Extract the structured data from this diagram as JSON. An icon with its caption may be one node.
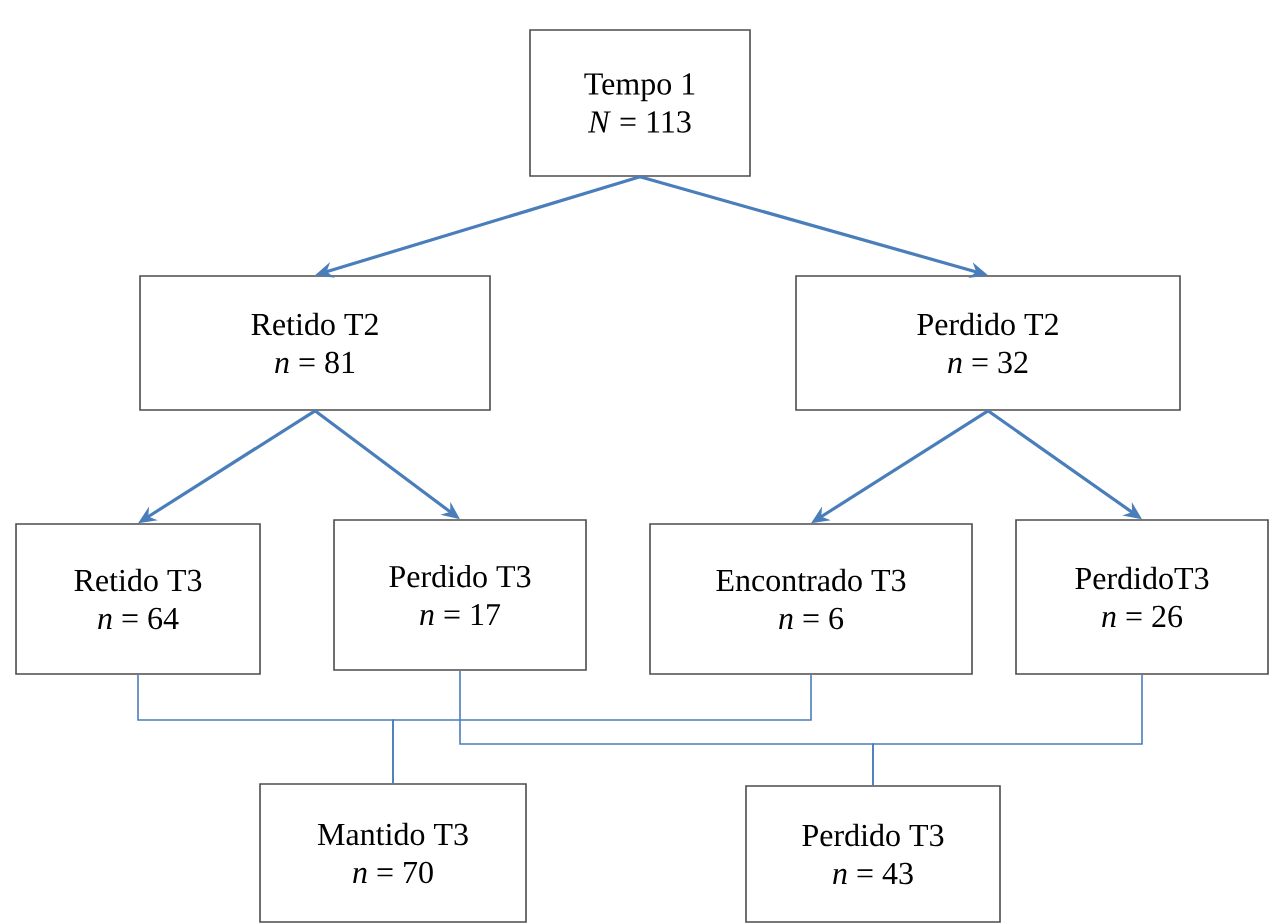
{
  "diagram": {
    "nodes": [
      {
        "text": [
          "Tempo 1",
          "*N* = 113"
        ]
      },
      {
        "text": [
          "Retido T2",
          "*n* = 81"
        ]
      },
      {
        "text": [
          "Perdido T2",
          "*n* = 32"
        ]
      },
      {
        "text": [
          "Retido T3",
          "*n* = 64"
        ]
      },
      {
        "text": [
          "Perdido T3",
          "*n* = 17"
        ]
      },
      {
        "text": [
          "Encontrado T3",
          "*n* = 6"
        ]
      },
      {
        "text": [
          "PerdidoT3",
          "*n* = 26"
        ]
      },
      {
        "text": [
          "Mantido T3",
          "*n* = 70"
        ]
      },
      {
        "text": [
          "Perdido T3",
          "*n* = 43"
        ]
      }
    ],
    "edges": [
      {
        "from": 0,
        "to": 1,
        "arrow": "to"
      },
      {
        "from": 0,
        "to": 2,
        "arrow": "to"
      },
      {
        "from": 1,
        "to": 3,
        "arrow": "to"
      },
      {
        "from": 1,
        "to": 4,
        "arrow": "to"
      },
      {
        "from": 2,
        "to": 5,
        "arrow": "to"
      },
      {
        "from": 2,
        "to": 6,
        "arrow": "to"
      },
      {
        "from": 3,
        "to": 7,
        "arrow": "none"
      },
      {
        "from": 5,
        "to": 7,
        "arrow": "none"
      },
      {
        "from": 4,
        "to": 8,
        "arrow": "none"
      },
      {
        "from": 6,
        "to": 8,
        "arrow": "none"
      }
    ]
  }
}
